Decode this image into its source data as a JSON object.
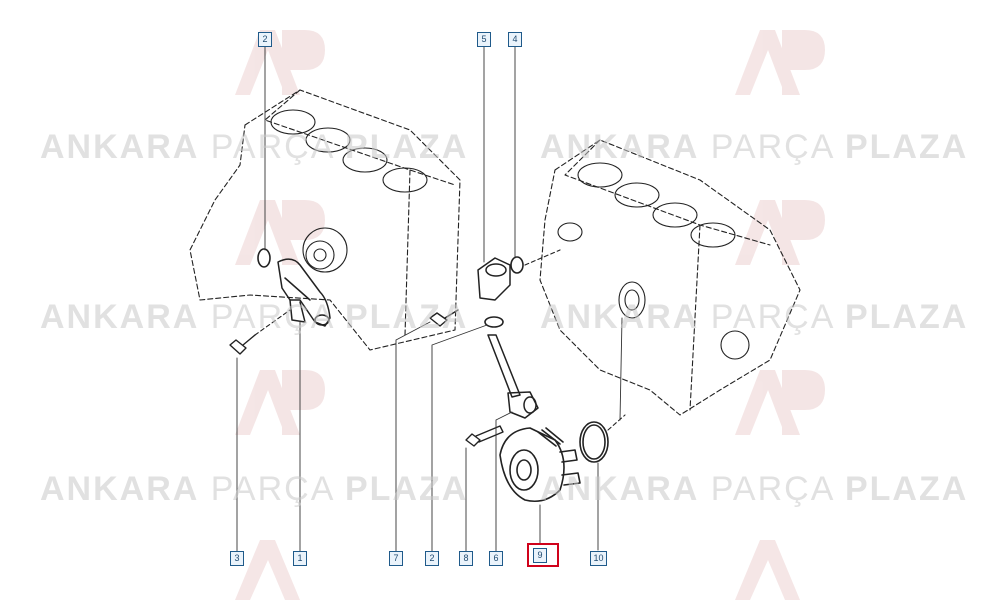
{
  "watermark": {
    "brand_a": "ANKARA",
    "brand_b": "PARÇA",
    "brand_c": "PLAZA",
    "logo_letters": "AP"
  },
  "callouts": {
    "c2_top": "2",
    "c5": "5",
    "c4": "4",
    "c3": "3",
    "c1": "1",
    "c7": "7",
    "c2_bottom": "2",
    "c8": "8",
    "c6": "6",
    "c9": "9",
    "c10": "10"
  },
  "colors": {
    "line": "#222222",
    "callout_border": "#1f5a8a",
    "highlight": "#d0021b",
    "watermark": "#c9c9c9"
  }
}
